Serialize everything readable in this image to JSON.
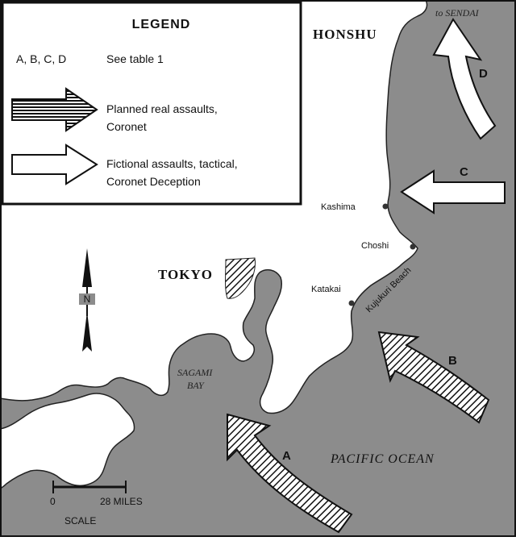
{
  "legend": {
    "title": "LEGEND",
    "key_letters": "A, B, C, D",
    "key_desc": "See table 1",
    "real_line1": "Planned real assaults,",
    "real_line2": "Coronet",
    "fict_line1": "Fictional assaults, tactical,",
    "fict_line2": "Coronet Deception"
  },
  "labels": {
    "honshu": "HONSHU",
    "sendai": "to SENDAI",
    "tokyo": "TOKYO",
    "kashima": "Kashima",
    "choshi": "Choshi",
    "katakai": "Katakai",
    "kujukuri": "Kujukuri Beach",
    "sagami_line1": "SAGAMI",
    "sagami_line2": "BAY",
    "pacific": "PACIFIC OCEAN",
    "north": "N"
  },
  "arrows": {
    "a": "A",
    "b": "B",
    "c": "C",
    "d": "D"
  },
  "scale": {
    "zero": "0",
    "max": "28 MILES",
    "label": "SCALE"
  },
  "colors": {
    "sea": "#8c8c8c",
    "land": "#ffffff",
    "ink": "#111111"
  }
}
